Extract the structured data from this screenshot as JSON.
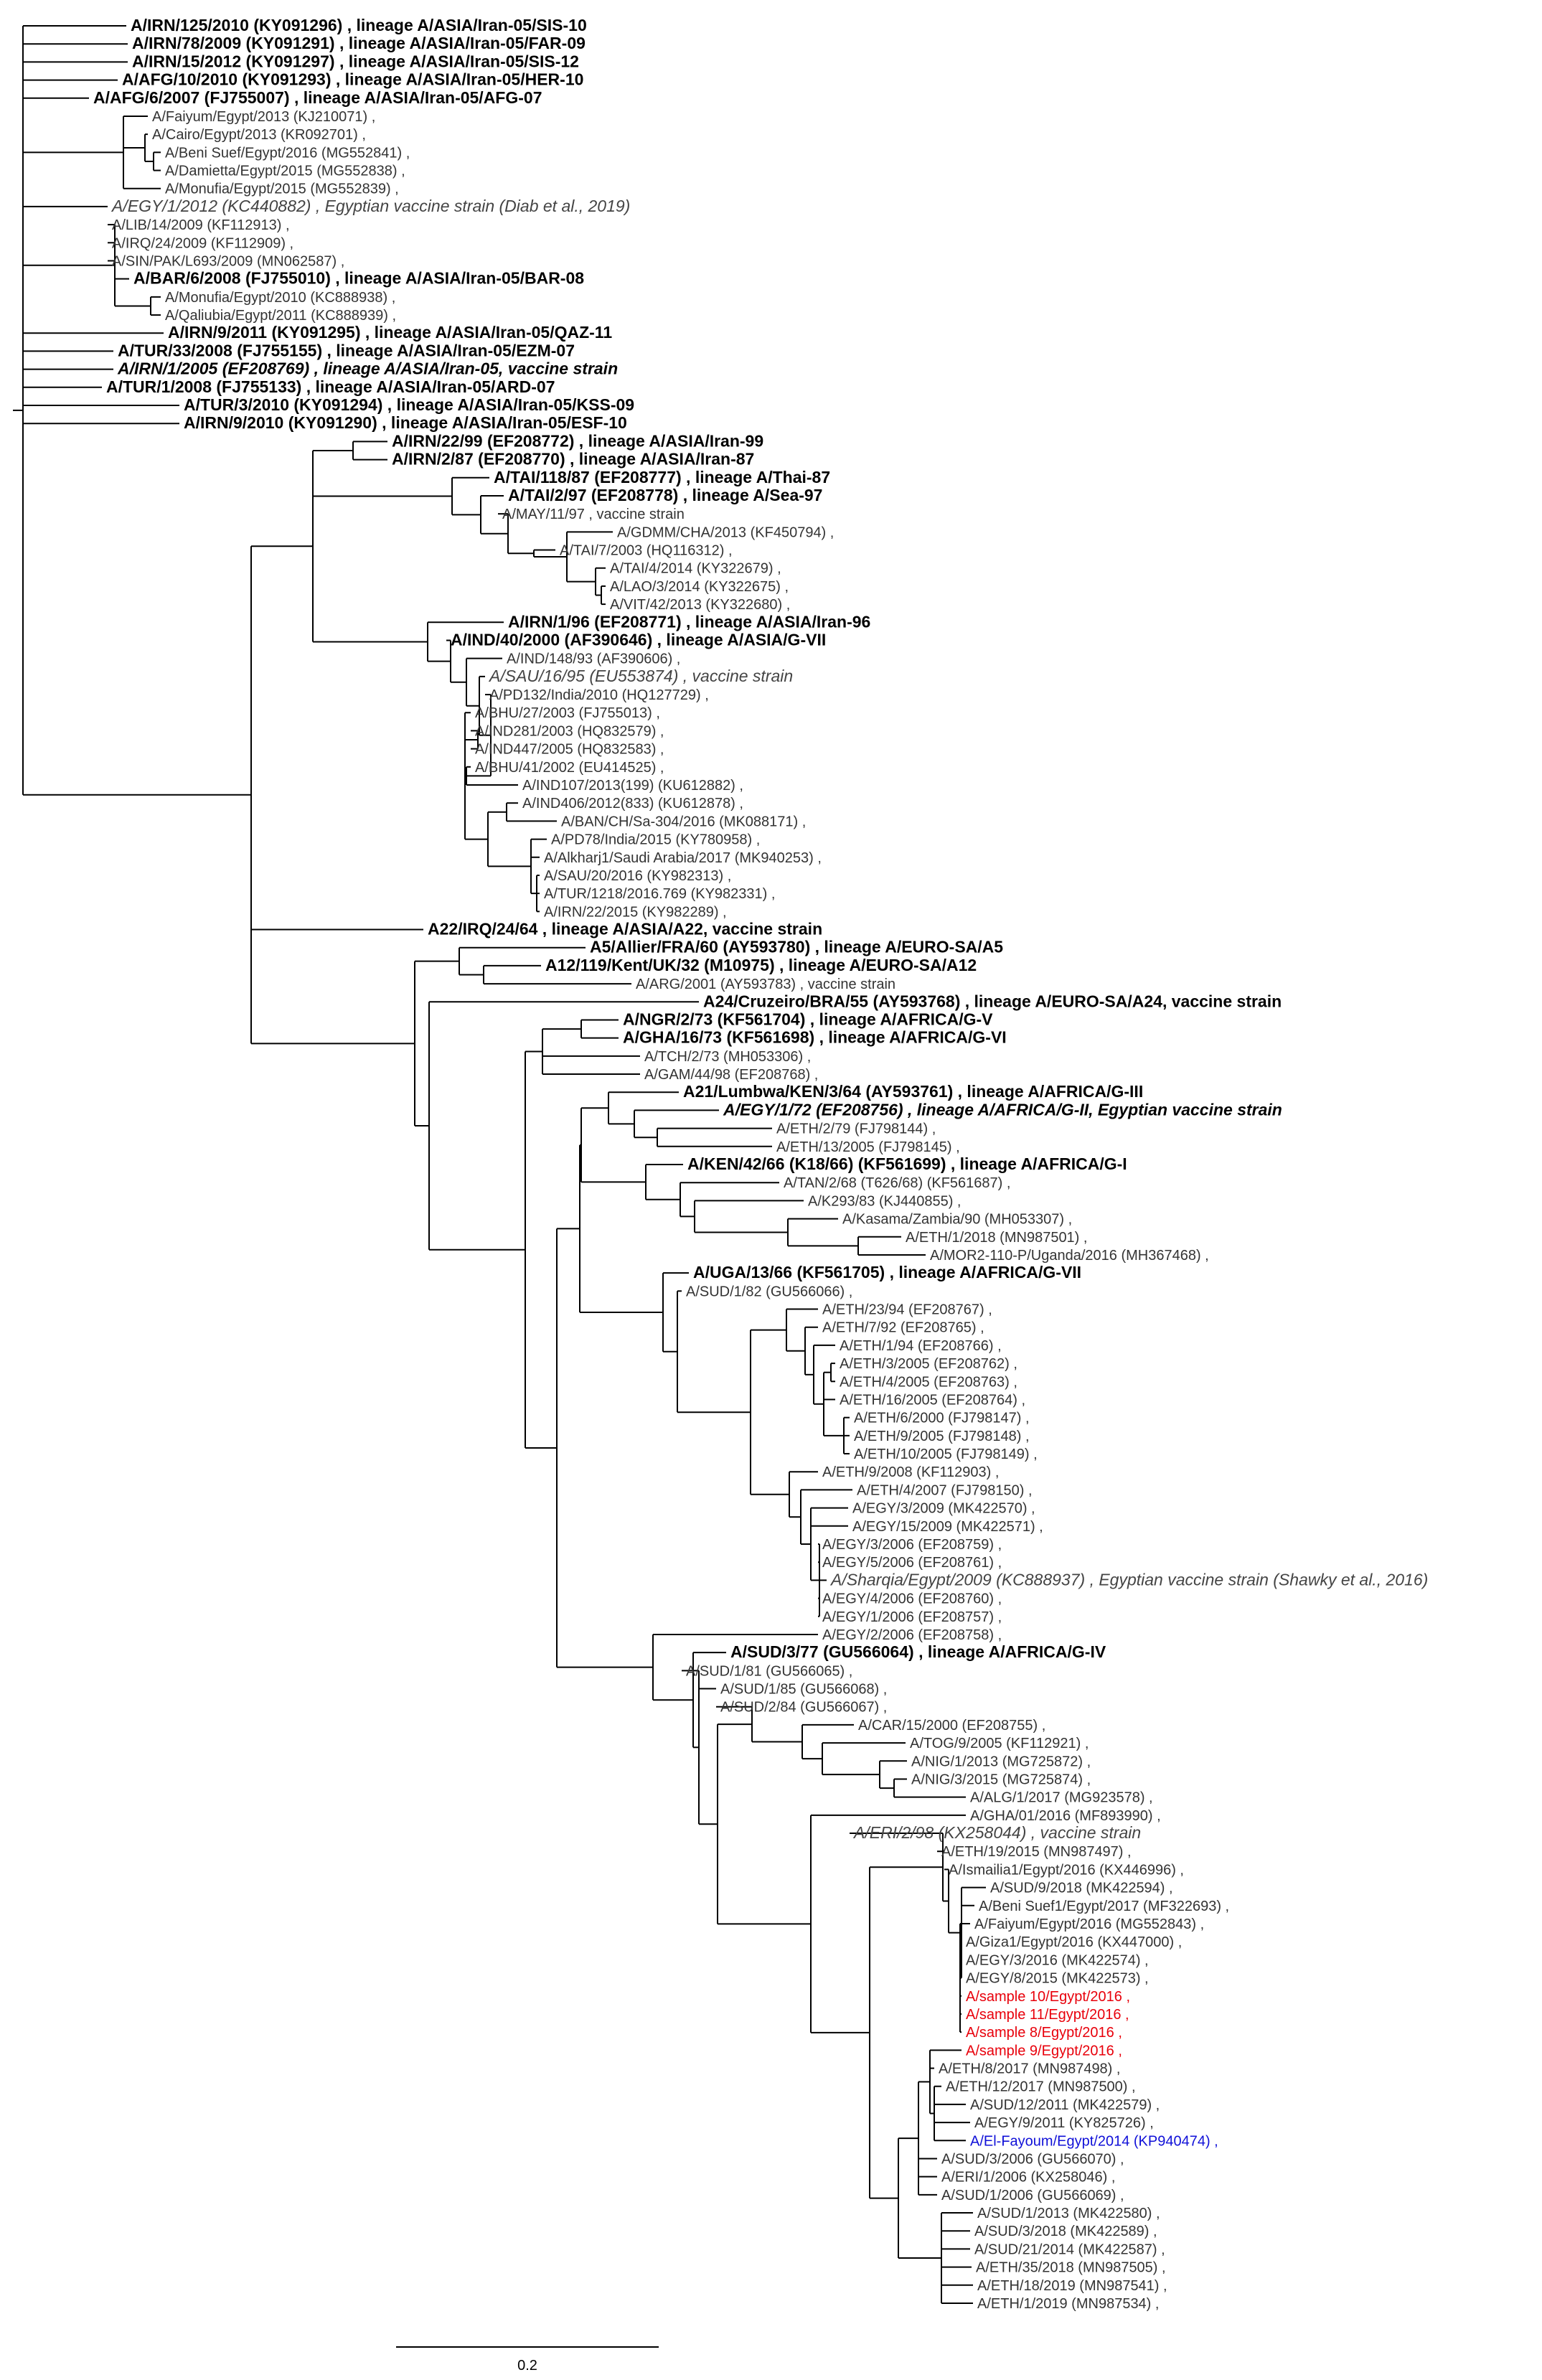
{
  "tree": {
    "scale_label": "0.2",
    "colors": {
      "sample": "#e8000b",
      "highlight": "#1010d8",
      "branch": "#000000"
    },
    "leaves": [
      {
        "label": "A/IRN/125/2010 (KY091296) ,  lineage A/ASIA/Iran-05/SIS-10",
        "style": "bold"
      },
      {
        "label": "A/IRN/78/2009 (KY091291) ,  lineage A/ASIA/Iran-05/FAR-09",
        "style": "bold"
      },
      {
        "label": "A/IRN/15/2012 (KY091297) ,  lineage A/ASIA/Iran-05/SIS-12",
        "style": "bold"
      },
      {
        "label": "A/AFG/10/2010 (KY091293) ,  lineage A/ASIA/Iran-05/HER-10",
        "style": "bold"
      },
      {
        "label": "A/AFG/6/2007 (FJ755007) ,  lineage A/ASIA/Iran-05/AFG-07",
        "style": "bold"
      },
      {
        "label": "A/Faiyum/Egypt/2013 (KJ210071) ,",
        "style": "normal"
      },
      {
        "label": "A/Cairo/Egypt/2013 (KR092701) ,",
        "style": "normal"
      },
      {
        "label": "A/Beni Suef/Egypt/2016 (MG552841) ,",
        "style": "normal"
      },
      {
        "label": "A/Damietta/Egypt/2015 (MG552838) ,",
        "style": "normal"
      },
      {
        "label": "A/Monufia/Egypt/2015 (MG552839) ,",
        "style": "normal"
      },
      {
        "label": "A/EGY/1/2012 (KC440882) ,  Egyptian vaccine strain (Diab et al., 2019)",
        "style": "vaccine"
      },
      {
        "label": "A/LIB/14/2009 (KF112913) ,",
        "style": "normal"
      },
      {
        "label": "A/IRQ/24/2009 (KF112909) ,",
        "style": "normal"
      },
      {
        "label": "A/SIN/PAK/L693/2009 (MN062587) ,",
        "style": "normal"
      },
      {
        "label": "A/BAR/6/2008 (FJ755010) ,  lineage A/ASIA/Iran-05/BAR-08",
        "style": "bold"
      },
      {
        "label": "A/Monufia/Egypt/2010 (KC888938) ,",
        "style": "normal"
      },
      {
        "label": "A/Qaliubia/Egypt/2011 (KC888939) ,",
        "style": "normal"
      },
      {
        "label": "A/IRN/9/2011 (KY091295) ,  lineage A/ASIA/Iran-05/QAZ-11",
        "style": "bold"
      },
      {
        "label": "A/TUR/33/2008 (FJ755155) ,  lineage A/ASIA/Iran-05/EZM-07",
        "style": "bold"
      },
      {
        "label": "A/IRN/1/2005 (EF208769) ,  lineage A/ASIA/Iran-05, vaccine strain",
        "style": "vaccine-bold"
      },
      {
        "label": "A/TUR/1/2008 (FJ755133) ,  lineage A/ASIA/Iran-05/ARD-07",
        "style": "bold"
      },
      {
        "label": "A/TUR/3/2010 (KY091294) ,  lineage A/ASIA/Iran-05/KSS-09",
        "style": "bold"
      },
      {
        "label": "A/IRN/9/2010 (KY091290) ,  lineage A/ASIA/Iran-05/ESF-10",
        "style": "bold"
      },
      {
        "label": "A/IRN/22/99 (EF208772) ,  lineage A/ASIA/Iran-99",
        "style": "bold"
      },
      {
        "label": "A/IRN/2/87 (EF208770) ,  lineage A/ASIA/Iran-87",
        "style": "bold"
      },
      {
        "label": "A/TAI/118/87 (EF208777) ,  lineage A/Thai-87",
        "style": "bold"
      },
      {
        "label": "A/TAI/2/97 (EF208778) ,  lineage A/Sea-97",
        "style": "bold"
      },
      {
        "label": "A/MAY/11/97 ,  vaccine strain",
        "style": "normal"
      },
      {
        "label": "A/GDMM/CHA/2013 (KF450794) ,",
        "style": "normal"
      },
      {
        "label": "A/TAI/7/2003 (HQ116312) ,",
        "style": "normal"
      },
      {
        "label": "A/TAI/4/2014 (KY322679) ,",
        "style": "normal"
      },
      {
        "label": "A/LAO/3/2014 (KY322675) ,",
        "style": "normal"
      },
      {
        "label": "A/VIT/42/2013 (KY322680) ,",
        "style": "normal"
      },
      {
        "label": "A/IRN/1/96 (EF208771) ,  lineage A/ASIA/Iran-96",
        "style": "bold"
      },
      {
        "label": "A/IND/40/2000 (AF390646) ,  lineage A/ASIA/G-VII",
        "style": "bold"
      },
      {
        "label": "A/IND/148/93 (AF390606) ,",
        "style": "normal"
      },
      {
        "label": "A/SAU/16/95 (EU553874) ,  vaccine strain",
        "style": "vaccine"
      },
      {
        "label": "A/PD132/India/2010 (HQ127729) ,",
        "style": "normal"
      },
      {
        "label": "A/BHU/27/2003 (FJ755013) ,",
        "style": "normal"
      },
      {
        "label": "A/IND281/2003 (HQ832579) ,",
        "style": "normal"
      },
      {
        "label": "A/IND447/2005 (HQ832583) ,",
        "style": "normal"
      },
      {
        "label": "A/BHU/41/2002 (EU414525) ,",
        "style": "normal"
      },
      {
        "label": "A/IND107/2013(199) (KU612882) ,",
        "style": "normal"
      },
      {
        "label": "A/IND406/2012(833) (KU612878) ,",
        "style": "normal"
      },
      {
        "label": "A/BAN/CH/Sa-304/2016 (MK088171) ,",
        "style": "normal"
      },
      {
        "label": "A/PD78/India/2015 (KY780958) ,",
        "style": "normal"
      },
      {
        "label": "A/Alkharj1/Saudi Arabia/2017 (MK940253) ,",
        "style": "normal"
      },
      {
        "label": "A/SAU/20/2016 (KY982313) ,",
        "style": "normal"
      },
      {
        "label": "A/TUR/1218/2016.769 (KY982331) ,",
        "style": "normal"
      },
      {
        "label": "A/IRN/22/2015 (KY982289) ,",
        "style": "normal"
      },
      {
        "label": "A22/IRQ/24/64 ,  lineage A/ASIA/A22, vaccine strain",
        "style": "bold"
      },
      {
        "label": "A5/Allier/FRA/60 (AY593780) ,  lineage A/EURO-SA/A5",
        "style": "bold"
      },
      {
        "label": "A12/119/Kent/UK/32 (M10975) ,  lineage A/EURO-SA/A12",
        "style": "bold"
      },
      {
        "label": "A/ARG/2001 (AY593783) ,  vaccine strain",
        "style": "normal"
      },
      {
        "label": "A24/Cruzeiro/BRA/55 (AY593768) ,  lineage A/EURO-SA/A24, vaccine strain",
        "style": "bold"
      },
      {
        "label": "A/NGR/2/73 (KF561704) ,  lineage A/AFRICA/G-V",
        "style": "bold"
      },
      {
        "label": "A/GHA/16/73 (KF561698) ,  lineage A/AFRICA/G-VI",
        "style": "bold"
      },
      {
        "label": "A/TCH/2/73 (MH053306) ,",
        "style": "normal"
      },
      {
        "label": "A/GAM/44/98 (EF208768) ,",
        "style": "normal"
      },
      {
        "label": "A21/Lumbwa/KEN/3/64 (AY593761) ,  lineage A/AFRICA/G-III",
        "style": "bold"
      },
      {
        "label": "A/EGY/1/72 (EF208756) ,  lineage A/AFRICA/G-II, Egyptian vaccine strain",
        "style": "vaccine-bold"
      },
      {
        "label": "A/ETH/2/79 (FJ798144) ,",
        "style": "normal"
      },
      {
        "label": "A/ETH/13/2005 (FJ798145) ,",
        "style": "normal"
      },
      {
        "label": "A/KEN/42/66 (K18/66) (KF561699) ,  lineage A/AFRICA/G-I",
        "style": "bold"
      },
      {
        "label": "A/TAN/2/68 (T626/68) (KF561687) ,",
        "style": "normal"
      },
      {
        "label": "A/K293/83 (KJ440855) ,",
        "style": "normal"
      },
      {
        "label": "A/Kasama/Zambia/90 (MH053307) ,",
        "style": "normal"
      },
      {
        "label": "A/ETH/1/2018 (MN987501) ,",
        "style": "normal"
      },
      {
        "label": "A/MOR2-110-P/Uganda/2016 (MH367468) ,",
        "style": "normal"
      },
      {
        "label": "A/UGA/13/66 (KF561705) ,  lineage A/AFRICA/G-VII",
        "style": "bold"
      },
      {
        "label": "A/SUD/1/82 (GU566066) ,",
        "style": "normal"
      },
      {
        "label": "A/ETH/23/94 (EF208767) ,",
        "style": "normal"
      },
      {
        "label": "A/ETH/7/92 (EF208765) ,",
        "style": "normal"
      },
      {
        "label": "A/ETH/1/94 (EF208766) ,",
        "style": "normal"
      },
      {
        "label": "A/ETH/3/2005 (EF208762) ,",
        "style": "normal"
      },
      {
        "label": "A/ETH/4/2005 (EF208763) ,",
        "style": "normal"
      },
      {
        "label": "A/ETH/16/2005 (EF208764) ,",
        "style": "normal"
      },
      {
        "label": "A/ETH/6/2000 (FJ798147) ,",
        "style": "normal"
      },
      {
        "label": "A/ETH/9/2005 (FJ798148) ,",
        "style": "normal"
      },
      {
        "label": "A/ETH/10/2005 (FJ798149) ,",
        "style": "normal"
      },
      {
        "label": "A/ETH/9/2008 (KF112903) ,",
        "style": "normal"
      },
      {
        "label": "A/ETH/4/2007 (FJ798150) ,",
        "style": "normal"
      },
      {
        "label": "A/EGY/3/2009 (MK422570) ,",
        "style": "normal"
      },
      {
        "label": "A/EGY/15/2009 (MK422571) ,",
        "style": "normal"
      },
      {
        "label": "A/EGY/3/2006 (EF208759) ,",
        "style": "normal"
      },
      {
        "label": "A/EGY/5/2006 (EF208761) ,",
        "style": "normal"
      },
      {
        "label": "A/Sharqia/Egypt/2009 (KC888937) ,  Egyptian vaccine strain (Shawky et al., 2016)",
        "style": "vaccine"
      },
      {
        "label": "A/EGY/4/2006 (EF208760) ,",
        "style": "normal"
      },
      {
        "label": "A/EGY/1/2006 (EF208757) ,",
        "style": "normal"
      },
      {
        "label": "A/EGY/2/2006 (EF208758) ,",
        "style": "normal"
      },
      {
        "label": "A/SUD/3/77 (GU566064) ,  lineage A/AFRICA/G-IV",
        "style": "bold"
      },
      {
        "label": "A/SUD/1/81 (GU566065) ,",
        "style": "normal"
      },
      {
        "label": "A/SUD/1/85 (GU566068) ,",
        "style": "normal"
      },
      {
        "label": "A/SUD/2/84 (GU566067) ,",
        "style": "normal"
      },
      {
        "label": "A/CAR/15/2000 (EF208755) ,",
        "style": "normal"
      },
      {
        "label": "A/TOG/9/2005 (KF112921) ,",
        "style": "normal"
      },
      {
        "label": "A/NIG/1/2013 (MG725872) ,",
        "style": "normal"
      },
      {
        "label": "A/NIG/3/2015 (MG725874) ,",
        "style": "normal"
      },
      {
        "label": "A/ALG/1/2017 (MG923578) ,",
        "style": "normal"
      },
      {
        "label": "A/GHA/01/2016 (MF893990) ,",
        "style": "normal"
      },
      {
        "label": "A/ERI/2/98 (KX258044) ,  vaccine strain",
        "style": "vaccine"
      },
      {
        "label": "A/ETH/19/2015 (MN987497) ,",
        "style": "normal"
      },
      {
        "label": "A/Ismailia1/Egypt/2016 (KX446996) ,",
        "style": "normal"
      },
      {
        "label": "A/SUD/9/2018 (MK422594) ,",
        "style": "normal"
      },
      {
        "label": "A/Beni Suef1/Egypt/2017 (MF322693) ,",
        "style": "normal"
      },
      {
        "label": "A/Faiyum/Egypt/2016 (MG552843) ,",
        "style": "normal"
      },
      {
        "label": "A/Giza1/Egypt/2016 (KX447000) ,",
        "style": "normal"
      },
      {
        "label": "A/EGY/3/2016 (MK422574) ,",
        "style": "normal"
      },
      {
        "label": "A/EGY/8/2015 (MK422573) ,",
        "style": "normal"
      },
      {
        "label": "A/sample 10/Egypt/2016 ,",
        "style": "sample"
      },
      {
        "label": "A/sample 11/Egypt/2016 ,",
        "style": "sample"
      },
      {
        "label": "A/sample 8/Egypt/2016 ,",
        "style": "sample"
      },
      {
        "label": "A/sample 9/Egypt/2016 ,",
        "style": "sample"
      },
      {
        "label": "A/ETH/8/2017 (MN987498) ,",
        "style": "normal"
      },
      {
        "label": "A/ETH/12/2017 (MN987500) ,",
        "style": "normal"
      },
      {
        "label": "A/SUD/12/2011 (MK422579) ,",
        "style": "normal"
      },
      {
        "label": "A/EGY/9/2011 (KY825726) ,",
        "style": "normal"
      },
      {
        "label": "A/El-Fayoum/Egypt/2014 (KP940474) ,",
        "style": "highlight"
      },
      {
        "label": "A/SUD/3/2006 (GU566070) ,",
        "style": "normal"
      },
      {
        "label": "A/ERI/1/2006 (KX258046) ,",
        "style": "normal"
      },
      {
        "label": "A/SUD/1/2006 (GU566069) ,",
        "style": "normal"
      },
      {
        "label": "A/SUD/1/2013 (MK422580) ,",
        "style": "normal"
      },
      {
        "label": "A/SUD/3/2018 (MK422589) ,",
        "style": "normal"
      },
      {
        "label": "A/SUD/21/2014 (MK422587) ,",
        "style": "normal"
      },
      {
        "label": "A/ETH/35/2018 (MN987505) ,",
        "style": "normal"
      },
      {
        "label": "A/ETH/18/2019 (MN987541) ,",
        "style": "normal"
      },
      {
        "label": "A/ETH/1/2019 (MN987534) ,",
        "style": "normal"
      }
    ]
  }
}
